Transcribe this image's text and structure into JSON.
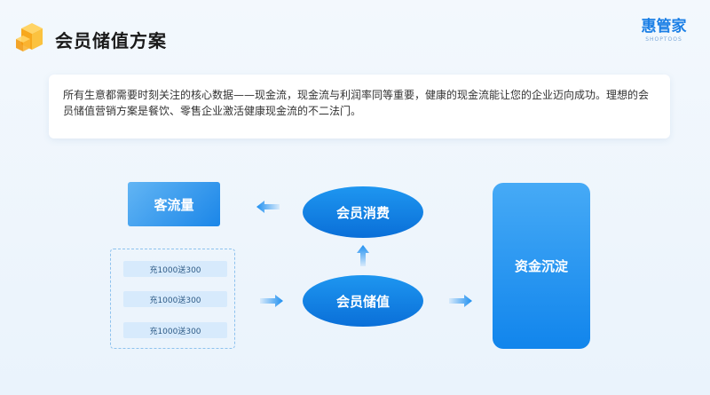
{
  "header": {
    "title": "会员储值方案",
    "brand_name": "惠管家",
    "brand_sub": "SHOPTOOS"
  },
  "intro": {
    "text": "所有生意都需要时刻关注的核心数据——现金流，现金流与利润率同等重要，健康的现金流能让您的企业迈向成功。理想的会员储值营销方案是餐饮、零售企业激活健康现金流的不二法门。"
  },
  "diagram": {
    "traffic": "客流量",
    "member_consume": "会员消费",
    "member_recharge": "会员储值",
    "fund_deposit": "资金沉淀",
    "promos": [
      "充1000送300",
      "充1000送300",
      "充1000送300"
    ]
  },
  "colors": {
    "accent": "#1a7fe6",
    "node_blue": "#0a6fd8",
    "cube_orange": "#f7a81c"
  }
}
